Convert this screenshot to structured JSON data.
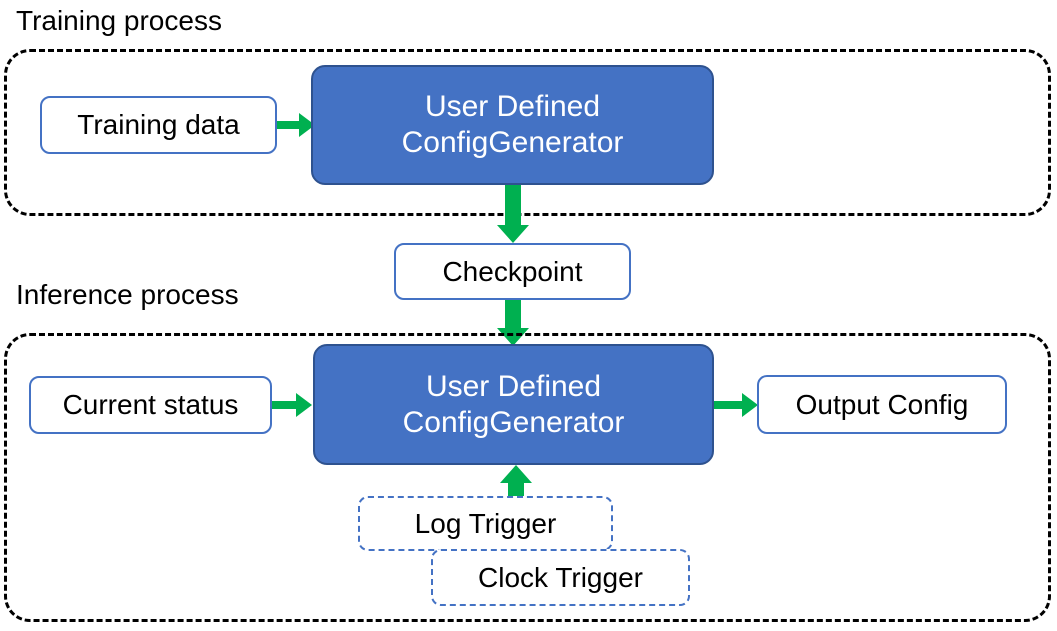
{
  "diagram": {
    "title_training": "Training process",
    "title_inference": "Inference process",
    "colors": {
      "primary_fill": "#4472C4",
      "primary_border": "#2E528F",
      "node_border": "#4472C4",
      "arrow": "#00B050",
      "group_border": "#000000",
      "text_dark": "#000000",
      "text_light": "#FFFFFF",
      "background": "#FFFFFF"
    },
    "nodes": {
      "training_data": "Training data",
      "train_generator": "User Defined\nConfigGenerator",
      "checkpoint": "Checkpoint",
      "current_status": "Current status",
      "infer_generator": "User Defined\nConfigGenerator",
      "output_config": "Output Config",
      "log_trigger": "Log Trigger",
      "clock_trigger": "Clock Trigger"
    },
    "edges": [
      {
        "name": "training-data-to-generator",
        "from": "Training data",
        "to": "User Defined ConfigGenerator",
        "direction": "right"
      },
      {
        "name": "generator-to-checkpoint",
        "from": "User Defined ConfigGenerator",
        "to": "Checkpoint",
        "direction": "down"
      },
      {
        "name": "checkpoint-to-infer-generator",
        "from": "Checkpoint",
        "to": "User Defined ConfigGenerator",
        "direction": "down"
      },
      {
        "name": "current-status-to-infer-generator",
        "from": "Current status",
        "to": "User Defined ConfigGenerator",
        "direction": "right"
      },
      {
        "name": "infer-generator-to-output-config",
        "from": "User Defined ConfigGenerator",
        "to": "Output Config",
        "direction": "right"
      },
      {
        "name": "triggers-to-infer-generator",
        "from": "Log Trigger / Clock Trigger",
        "to": "User Defined ConfigGenerator",
        "direction": "up"
      }
    ]
  }
}
